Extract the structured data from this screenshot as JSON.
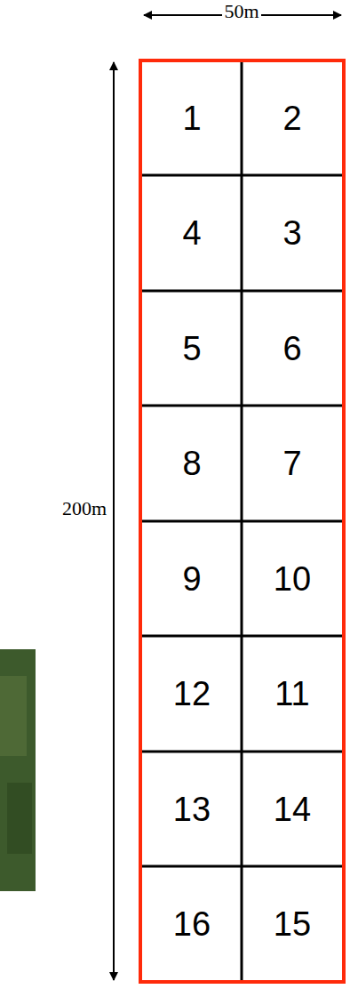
{
  "diagram": {
    "nodes": [
      {
        "text": [
          "1"
        ]
      },
      {
        "text": [
          "2"
        ]
      },
      {
        "text": [
          "4"
        ]
      },
      {
        "text": [
          "3"
        ]
      },
      {
        "text": [
          "5"
        ]
      },
      {
        "text": [
          "6"
        ]
      },
      {
        "text": [
          "8"
        ]
      },
      {
        "text": [
          "7"
        ]
      },
      {
        "text": [
          "9"
        ]
      },
      {
        "text": [
          "10"
        ]
      },
      {
        "text": [
          "12"
        ]
      },
      {
        "text": [
          "11"
        ]
      },
      {
        "text": [
          "13"
        ]
      },
      {
        "text": [
          "14"
        ]
      },
      {
        "text": [
          "16"
        ]
      },
      {
        "text": [
          "15"
        ]
      }
    ],
    "labels": [
      "50m",
      "200m"
    ]
  }
}
